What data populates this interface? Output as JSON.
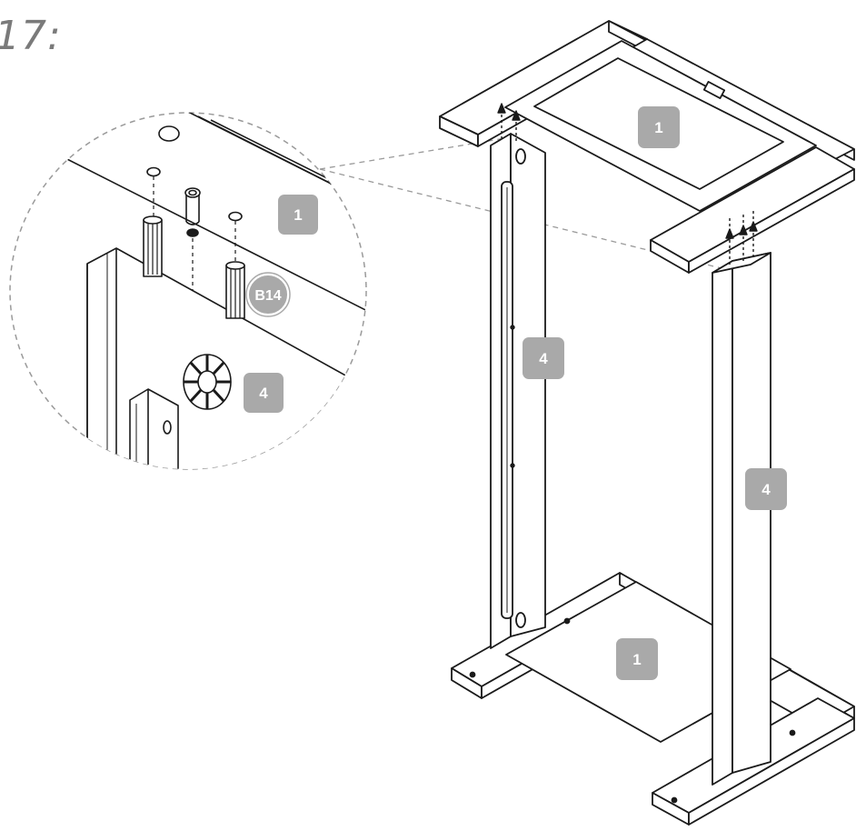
{
  "step": {
    "number": "17:"
  },
  "detail": {
    "part_label_top": "1",
    "part_label_side": "4",
    "hardware_label": "B14"
  },
  "assembly": {
    "top_panel_label": "1",
    "left_side_label": "4",
    "right_side_label": "4",
    "bottom_panel_label": "1"
  },
  "colors": {
    "line": "#1a1a1a",
    "tag_fill": "#a9a9a9",
    "tag_text": "#ffffff",
    "dashed": "#9a9a9a"
  }
}
